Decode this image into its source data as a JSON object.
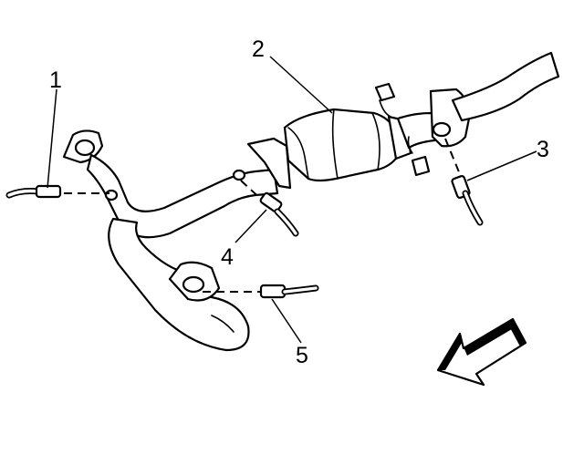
{
  "callouts": [
    {
      "label": "1"
    },
    {
      "label": "2"
    },
    {
      "label": "3"
    },
    {
      "label": "4"
    },
    {
      "label": "5"
    }
  ],
  "icons": {
    "direction_arrow": "front-direction-arrow-icon"
  },
  "colors": {
    "line": "#000000",
    "background": "#ffffff"
  }
}
